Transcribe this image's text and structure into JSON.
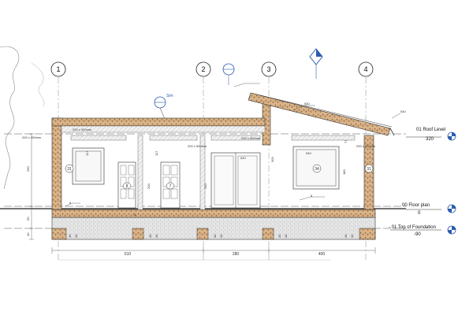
{
  "grids": [
    "1",
    "2",
    "3",
    "4"
  ],
  "levels": [
    {
      "name": "01 Roof Level",
      "elev": "320"
    },
    {
      "name": "00 Floor plan",
      "elev": "0"
    },
    {
      "name": "- 01 Top of Foundation",
      "elev": "-90"
    }
  ],
  "section_tag": "Sim",
  "dimensions": {
    "bottom": [
      "610",
      "280",
      "400"
    ],
    "heights": [
      "290",
      "90",
      "40",
      "180",
      "77",
      "117",
      "300"
    ],
    "foundation": [
      "40",
      "43",
      "40"
    ]
  },
  "lintels": [
    "200 x 300mm",
    "200 x 500mm",
    "200 x 300mm",
    "200 x 300mm",
    "200 x 300mm"
  ],
  "doors": [
    "8",
    "7"
  ],
  "windows": [
    "31",
    "34",
    "31"
  ],
  "sizes": [
    "240",
    "300",
    "200",
    "180"
  ],
  "tags": [
    "540",
    "540",
    "540",
    "540",
    "8",
    "8",
    "8"
  ],
  "colors": {
    "brick": "#c8a070",
    "blue": "#2a5db0",
    "line": "#333333"
  }
}
